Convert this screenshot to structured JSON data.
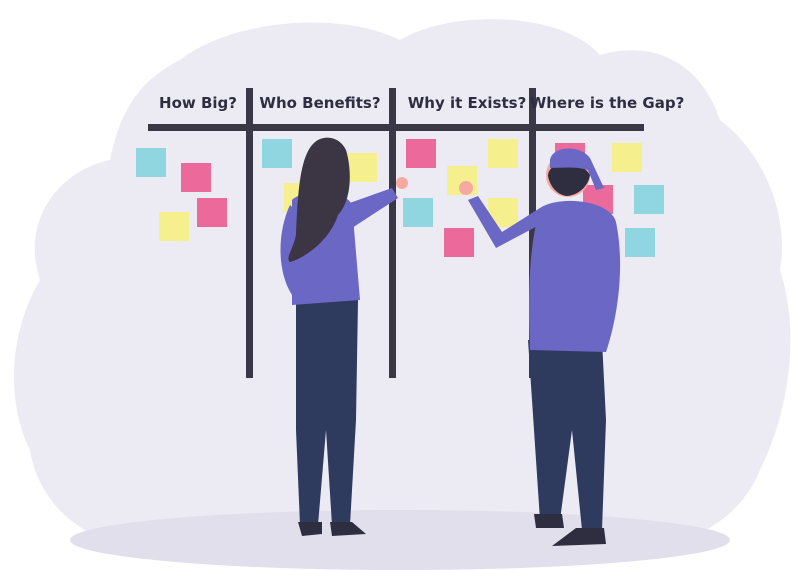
{
  "board": {
    "columns": [
      {
        "label": "How Big?"
      },
      {
        "label": "Who Benefits?"
      },
      {
        "label": "Why it Exists?"
      },
      {
        "label": "Where is the Gap?"
      }
    ]
  },
  "colors": {
    "background_blob": "#ecebf4",
    "floor": "#e0dfeb",
    "board_lines": "#3a3846",
    "note_cyan": "#8fd6e1",
    "note_pink": "#ec6a9b",
    "note_yellow": "#f6ef8e",
    "shirt": "#6b67c4",
    "pants": "#2f3a5f",
    "hair": "#3b3544",
    "skin": "#f6a9a0"
  }
}
